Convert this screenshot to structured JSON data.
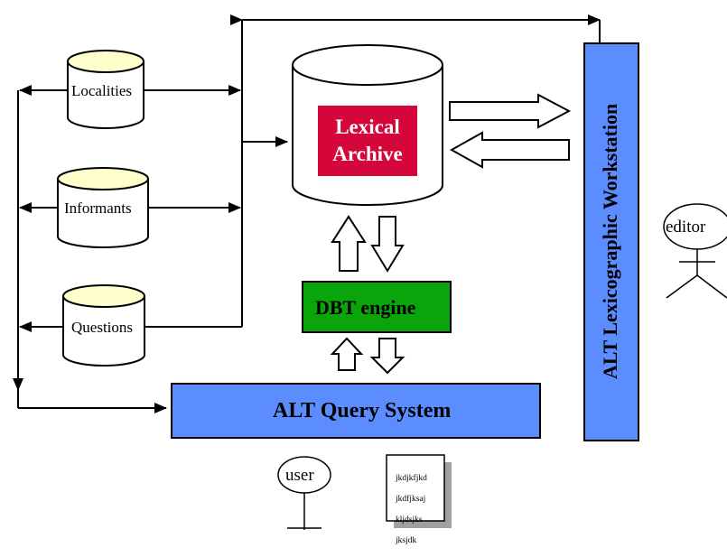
{
  "nodes": {
    "localities": "Localities",
    "informants": "Informants",
    "questions": "Questions",
    "lexical_archive": [
      "Lexical",
      "Archive"
    ],
    "dbt_engine": "DBT engine",
    "query_system": "ALT Query System",
    "workstation": "ALT Lexicographic Workstation",
    "editor": "editor",
    "user": "user",
    "document_lines": [
      "jkdjkfjkd",
      "jkdfjksaj",
      "kljdsjks",
      "jksjdk"
    ]
  },
  "colors": {
    "db_top": "#ffffcc",
    "archive_label_bg": "#d4063a",
    "engine_fill": "#0aa50a",
    "query_fill": "#5b8dff",
    "workstation_fill": "#5b8dff",
    "doc_shadow": "#a0a0a0"
  }
}
